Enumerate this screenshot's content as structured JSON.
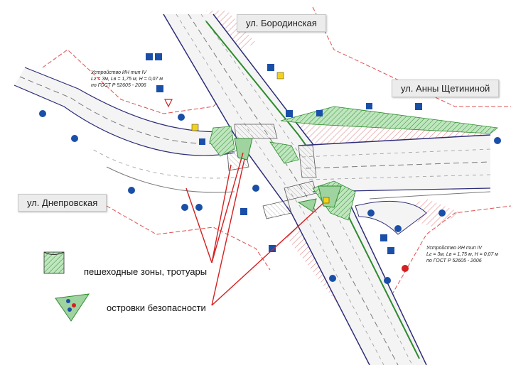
{
  "streets": {
    "borodinskaya": "ул. Бородинская",
    "anny_shchetininoy": "ул. Анны Щетининой",
    "dneprovskaya": "ул. Днепровская"
  },
  "notes": {
    "left": [
      "Устройство ИН тип IV",
      "Lг = 3м, Lв = 1,75 м, H = 0,07 м",
      "по ГОСТ Р 52605 - 2006"
    ],
    "right": [
      "Устройство ИН тип IV",
      "Lг = 3м, Lв = 1,75 м, H = 0,07 м",
      "по ГОСТ Р 52605 - 2006"
    ]
  },
  "legend": {
    "sidewalks": "пешеходные зоны, тротуары",
    "islands": "островки безопасности"
  },
  "colors": {
    "road_edge": "#2d2d7a",
    "lane_line": "#7a7a7a",
    "hatch": "#e08a8a",
    "boundary": "#e05050",
    "island_fill": "#9fd39f",
    "island_hatch": "#2e8b2e",
    "pointer": "#d42020",
    "sign_blue": "#1a4fa8"
  }
}
